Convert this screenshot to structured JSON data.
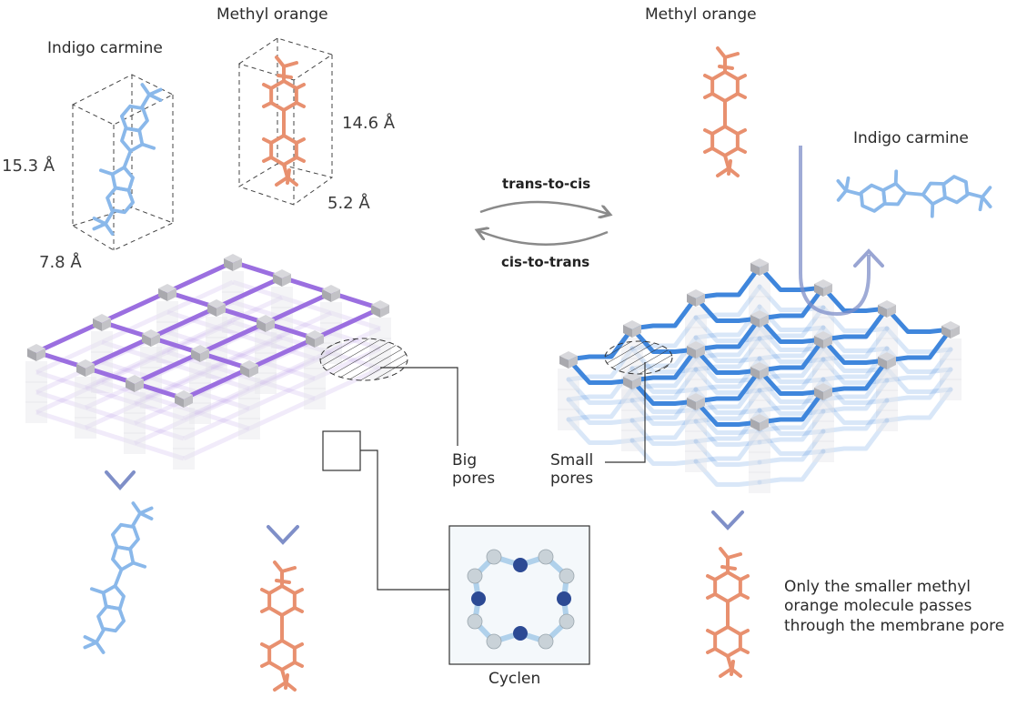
{
  "left_panel": {
    "indigo_label": "Indigo carmine",
    "methyl_label": "Methyl orange",
    "indigo_height": "15.3 Å",
    "indigo_width": "7.8 Å",
    "methyl_height": "14.6 Å",
    "methyl_width": "5.2 Å",
    "pore_label_line1": "Big",
    "pore_label_line2": "pores",
    "inset_label": "Cyclen"
  },
  "switch": {
    "forward_label": "trans-to-cis",
    "reverse_label": "cis-to-trans"
  },
  "right_panel": {
    "methyl_label": "Methyl orange",
    "indigo_label": "Indigo carmine",
    "pore_label_line1": "Small",
    "pore_label_line2": "pores",
    "note_lines": [
      "Only the smaller methyl",
      "orange molecule passes",
      "through the membrane pore"
    ]
  },
  "colors": {
    "methyl_orange": "#e8906f",
    "indigo_carmine": "#8ab8ea",
    "trans_linker": "#9b6fe0",
    "cis_linker": "#3f86dc",
    "node": "#b9b9bd",
    "arrow": "#7f8fc8",
    "cyclen_n": "#2c4a94",
    "cyclen_c": "#c9d2d8"
  }
}
